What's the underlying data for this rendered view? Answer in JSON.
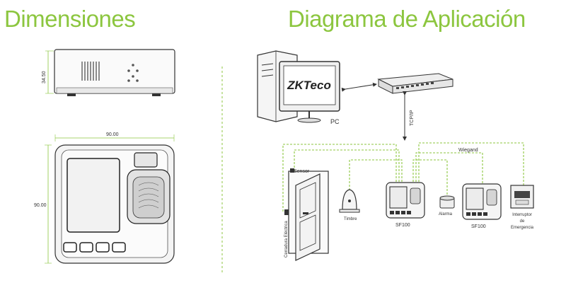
{
  "titles": {
    "dimensions": "Dimensiones",
    "application": "Diagrama de Aplicación"
  },
  "dimensions": {
    "height_side": "34.50",
    "width_front": "90.00",
    "height_front": "90.00"
  },
  "diagram": {
    "pc": "PC",
    "brand": "ZKTeco",
    "tcpip": "TCP/IP",
    "wiegand": "Wiegand",
    "sensor": "Sensor",
    "lock": "Cerradura Eléctrica",
    "bell": "Timbre",
    "alarm": "Alarma",
    "device1": "SF100",
    "device2": "SF100",
    "emergency": [
      "Interruptor",
      "de",
      "Emergencia"
    ]
  },
  "colors": {
    "accent": "#8cc63f",
    "dash": "#8cc63f",
    "line": "#333333"
  }
}
